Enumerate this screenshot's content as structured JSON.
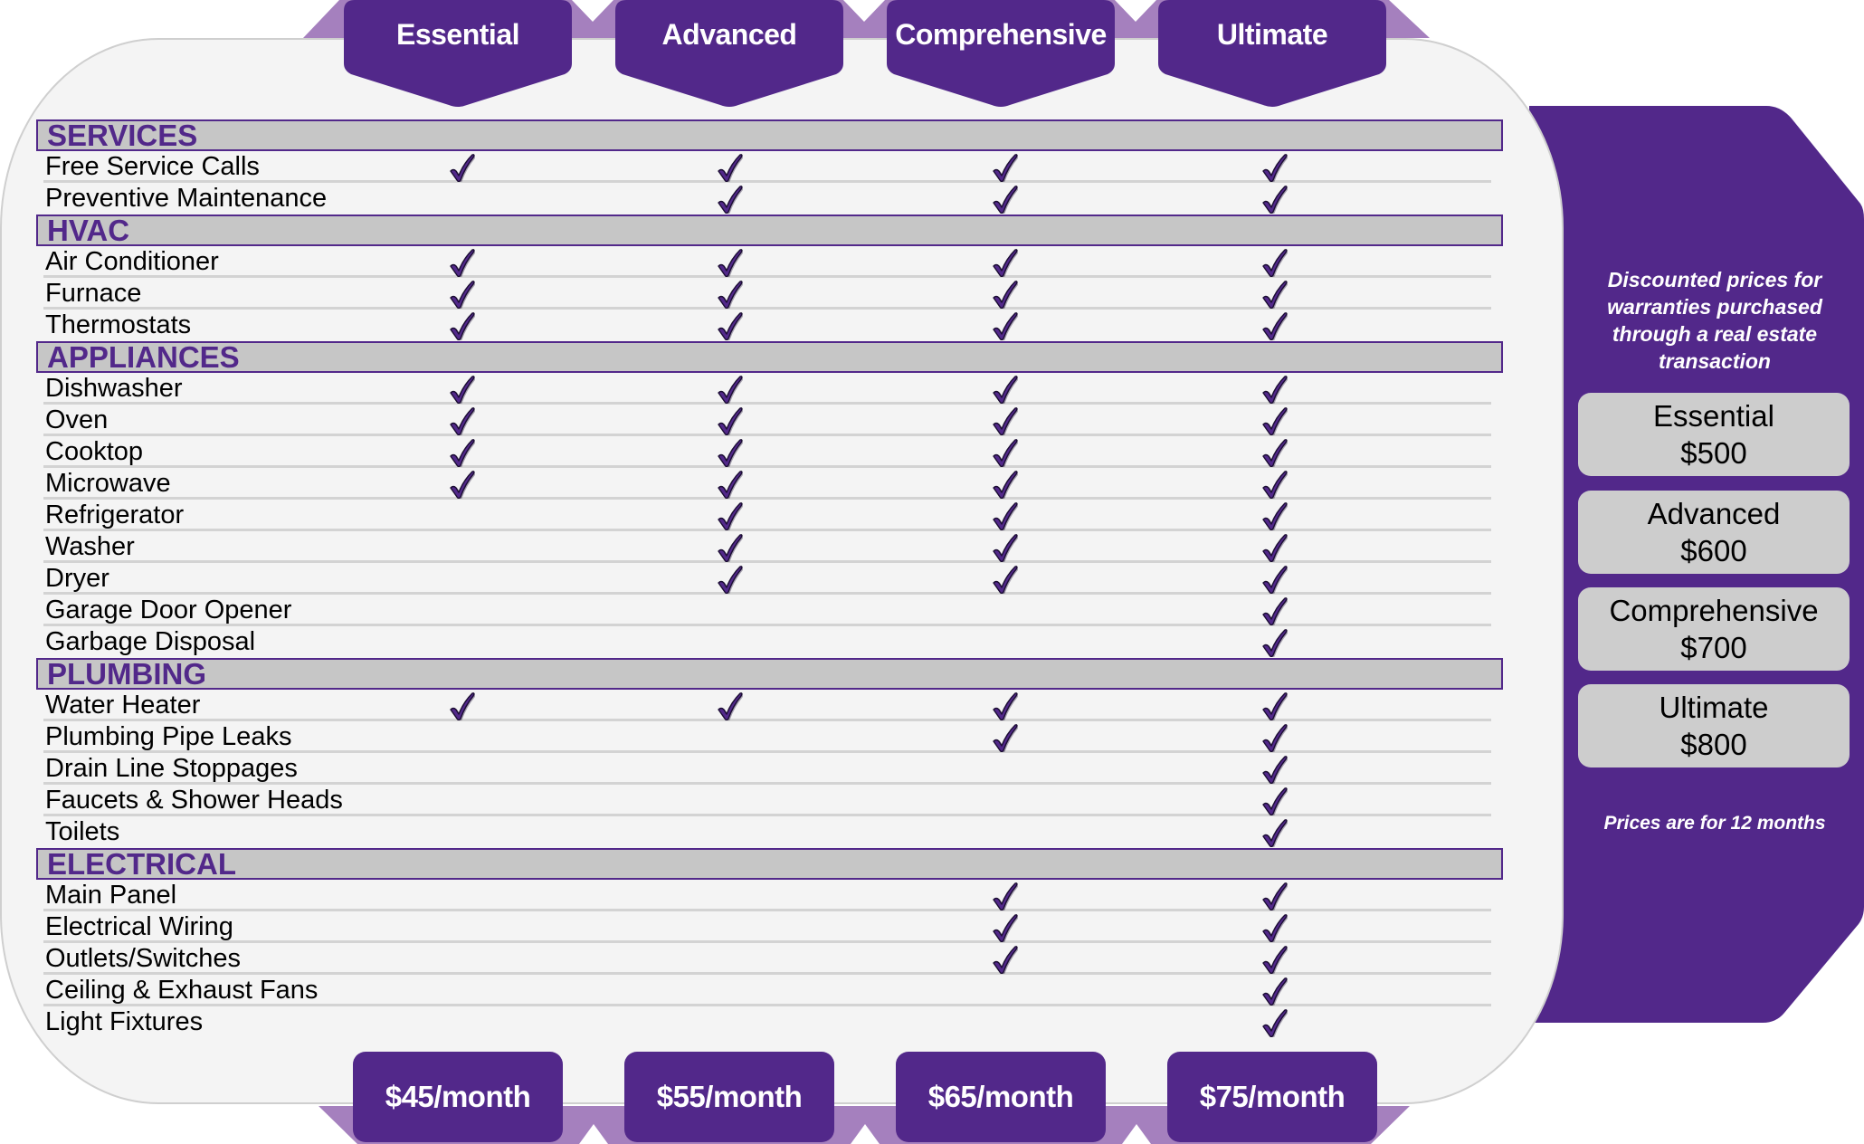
{
  "colors": {
    "brand_purple": "#52288a",
    "light_purple": "#a580be",
    "card_bg": "#f4f4f4",
    "band_bg": "#c6c6c6",
    "price_box_bg": "#cdcdcd"
  },
  "plans": [
    {
      "name": "Essential",
      "monthly": "$45/month"
    },
    {
      "name": "Advanced",
      "monthly": "$55/month"
    },
    {
      "name": "Comprehensive",
      "monthly": "$65/month"
    },
    {
      "name": "Ultimate",
      "monthly": "$75/month"
    }
  ],
  "sections": [
    {
      "title": "SERVICES",
      "rows": [
        {
          "label": "Free Service Calls",
          "checks": [
            true,
            true,
            true,
            true
          ]
        },
        {
          "label": "Preventive Maintenance",
          "checks": [
            false,
            true,
            true,
            true
          ]
        }
      ]
    },
    {
      "title": "HVAC",
      "rows": [
        {
          "label": "Air Conditioner",
          "checks": [
            true,
            true,
            true,
            true
          ]
        },
        {
          "label": "Furnace",
          "checks": [
            true,
            true,
            true,
            true
          ]
        },
        {
          "label": "Thermostats",
          "checks": [
            true,
            true,
            true,
            true
          ]
        }
      ]
    },
    {
      "title": "APPLIANCES",
      "rows": [
        {
          "label": "Dishwasher",
          "checks": [
            true,
            true,
            true,
            true
          ]
        },
        {
          "label": "Oven",
          "checks": [
            true,
            true,
            true,
            true
          ]
        },
        {
          "label": "Cooktop",
          "checks": [
            true,
            true,
            true,
            true
          ]
        },
        {
          "label": "Microwave",
          "checks": [
            true,
            true,
            true,
            true
          ]
        },
        {
          "label": "Refrigerator",
          "checks": [
            false,
            true,
            true,
            true
          ]
        },
        {
          "label": "Washer",
          "checks": [
            false,
            true,
            true,
            true
          ]
        },
        {
          "label": "Dryer",
          "checks": [
            false,
            true,
            true,
            true
          ]
        },
        {
          "label": "Garage Door Opener",
          "checks": [
            false,
            false,
            false,
            true
          ]
        },
        {
          "label": "Garbage Disposal",
          "checks": [
            false,
            false,
            false,
            true
          ]
        }
      ]
    },
    {
      "title": "PLUMBING",
      "rows": [
        {
          "label": "Water Heater",
          "checks": [
            true,
            true,
            true,
            true
          ]
        },
        {
          "label": "Plumbing Pipe Leaks",
          "checks": [
            false,
            false,
            true,
            true
          ]
        },
        {
          "label": "Drain Line Stoppages",
          "checks": [
            false,
            false,
            false,
            true
          ]
        },
        {
          "label": "Faucets & Shower Heads",
          "checks": [
            false,
            false,
            false,
            true
          ]
        },
        {
          "label": "Toilets",
          "checks": [
            false,
            false,
            false,
            true
          ]
        }
      ]
    },
    {
      "title": "ELECTRICAL",
      "rows": [
        {
          "label": "Main Panel",
          "checks": [
            false,
            false,
            true,
            true
          ]
        },
        {
          "label": "Electrical Wiring",
          "checks": [
            false,
            false,
            true,
            true
          ]
        },
        {
          "label": "Outlets/Switches",
          "checks": [
            false,
            false,
            true,
            true
          ]
        },
        {
          "label": "Ceiling & Exhaust Fans",
          "checks": [
            false,
            false,
            false,
            true
          ]
        },
        {
          "label": "Light Fixtures",
          "checks": [
            false,
            false,
            false,
            true
          ]
        }
      ]
    }
  ],
  "side_panel": {
    "title": "Discounted prices for warranties purchased through a real estate transaction",
    "prices": [
      {
        "plan": "Essential",
        "price": "$500"
      },
      {
        "plan": "Advanced",
        "price": "$600"
      },
      {
        "plan": "Comprehensive",
        "price": "$700"
      },
      {
        "plan": "Ultimate",
        "price": "$800"
      }
    ],
    "note": "Prices are for 12 months"
  },
  "icons": {
    "check": "checkmark-icon"
  }
}
